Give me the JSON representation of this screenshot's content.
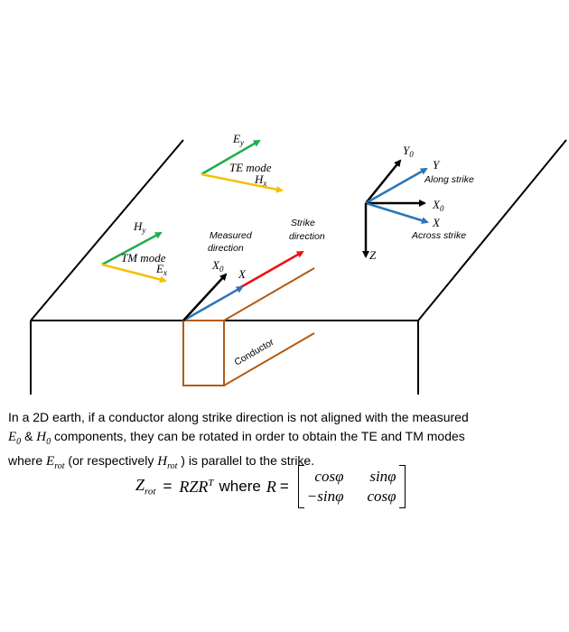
{
  "labels": {
    "te": {
      "e": "E",
      "e_sub": "y",
      "mode": "TE mode",
      "h": "H",
      "h_sub": "x"
    },
    "tm": {
      "h": "H",
      "h_sub": "y",
      "mode": "TM mode",
      "e": "E",
      "e_sub": "x"
    },
    "measured_direction": [
      "Measured",
      "direction"
    ],
    "strike_direction": [
      "Strike",
      "direction"
    ],
    "x0": "X",
    "x0_sub": "0",
    "x": "X",
    "conductor": "Conductor",
    "axes": {
      "y0": "Y",
      "y0_sub": "0",
      "y": "Y",
      "along_strike": "Along strike",
      "x0": "X",
      "x0_sub": "0",
      "x": "X",
      "across_strike": "Across strike",
      "z": "Z"
    }
  },
  "caption": {
    "part1": "In a 2D earth, if a conductor along strike direction is not aligned with the measured",
    "e0": "E",
    "e0_sub": "0",
    "amp": "&",
    "h0": "H",
    "h0_sub": "0",
    "part2": "components, they can be rotated in order to obtain the TE and TM modes",
    "part3": "where",
    "erot": "E",
    "rot_sub": "rot",
    "part4": "(or respectively",
    "hrot": "H",
    "part5": ") is parallel to the strike."
  },
  "formula": {
    "z": "Z",
    "z_sub": "rot",
    "eq": "=",
    "rzr": "RZR",
    "sup_t": "T",
    "where": "where",
    "r": "R",
    "eq2": "=",
    "m11": "cosφ",
    "m12": "sinφ",
    "m21": "−sinφ",
    "m22": "cosφ"
  },
  "colors": {
    "green": "#1fae4b",
    "yellow": "#f5c000",
    "blue": "#2e75b6",
    "red": "#ee1111",
    "brown": "#b05a14",
    "black": "#000000"
  }
}
